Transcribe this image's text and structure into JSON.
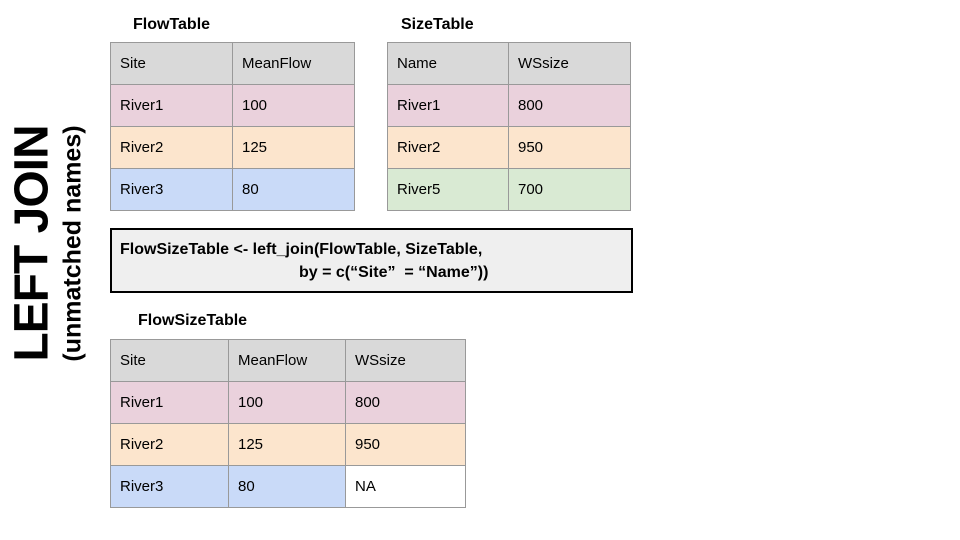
{
  "label": {
    "title": "LEFT JOIN",
    "subtitle": "(unmatched names)"
  },
  "code_box": {
    "line1": "FlowSizeTable <- left_join(FlowTable, SizeTable,",
    "line2": "by = c(“Site”  = “Name”))"
  },
  "tables": {
    "flow": {
      "title": "FlowTable",
      "headers": [
        "Site",
        "MeanFlow"
      ],
      "rows": [
        [
          "River1",
          "100"
        ],
        [
          "River2",
          "125"
        ],
        [
          "River3",
          "80"
        ]
      ]
    },
    "size": {
      "title": "SizeTable",
      "headers": [
        "Name",
        "WSsize"
      ],
      "rows": [
        [
          "River1",
          "800"
        ],
        [
          "River2",
          "950"
        ],
        [
          "River5",
          "700"
        ]
      ]
    },
    "flowsize": {
      "title": "FlowSizeTable",
      "headers": [
        "Site",
        "MeanFlow",
        "WSsize"
      ],
      "rows": [
        [
          "River1",
          "100",
          "800"
        ],
        [
          "River2",
          "125",
          "950"
        ],
        [
          "River3",
          "80",
          "NA"
        ]
      ]
    }
  },
  "colors": {
    "header_gray": "#d9d9d9",
    "row_pink": "#ead1dc",
    "row_orange": "#fce5cd",
    "row_blue": "#c9daf8",
    "row_green": "#d9ead3",
    "code_box_bg": "#efefef",
    "code_box_border": "#000000",
    "table_border": "#999999",
    "text": "#000000"
  }
}
